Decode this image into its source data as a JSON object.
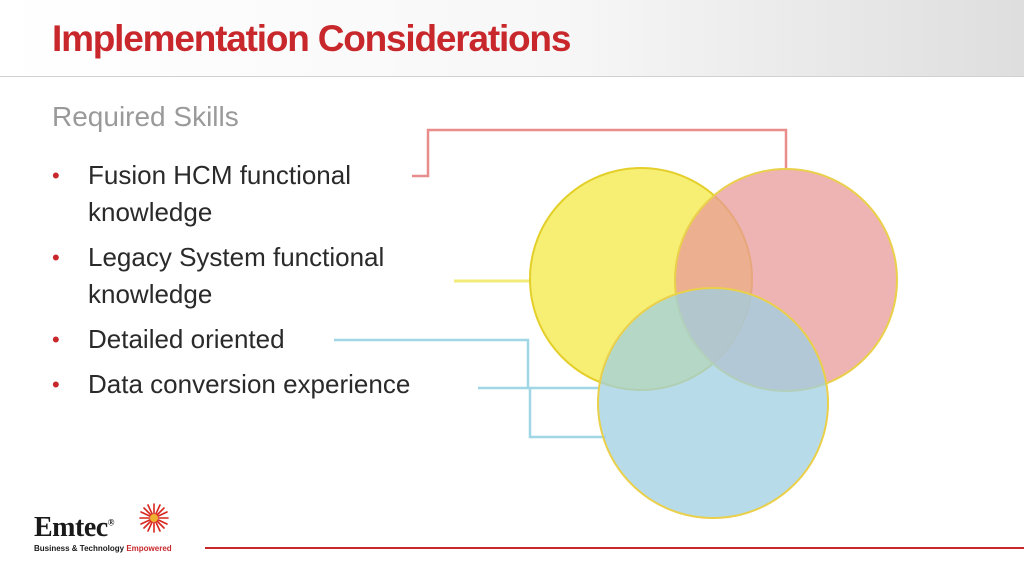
{
  "slide": {
    "title": "Implementation Considerations",
    "subtitle": "Required Skills",
    "bullets": [
      "Fusion HCM functional knowledge",
      "Legacy System functional knowledge",
      "Detailed oriented",
      "Data conversion experience"
    ]
  },
  "venn": {
    "circles": [
      {
        "name": "yellow-circle",
        "color": "#f5ec5a"
      },
      {
        "name": "pink-circle",
        "color": "#eba8a8"
      },
      {
        "name": "blue-circle",
        "color": "#acd8e8"
      }
    ],
    "connector_colors": [
      "#e88c8c",
      "#f3ec7a",
      "#9fd7e6",
      "#9fd7e6"
    ]
  },
  "logo": {
    "word": "Emtec",
    "registered": "®",
    "tagline": "Business & Technology",
    "tagline_accent": "Empowered"
  },
  "colors": {
    "title": "#c8282c",
    "accent_line": "#c8282c",
    "subtitle": "#9a9a9a"
  }
}
